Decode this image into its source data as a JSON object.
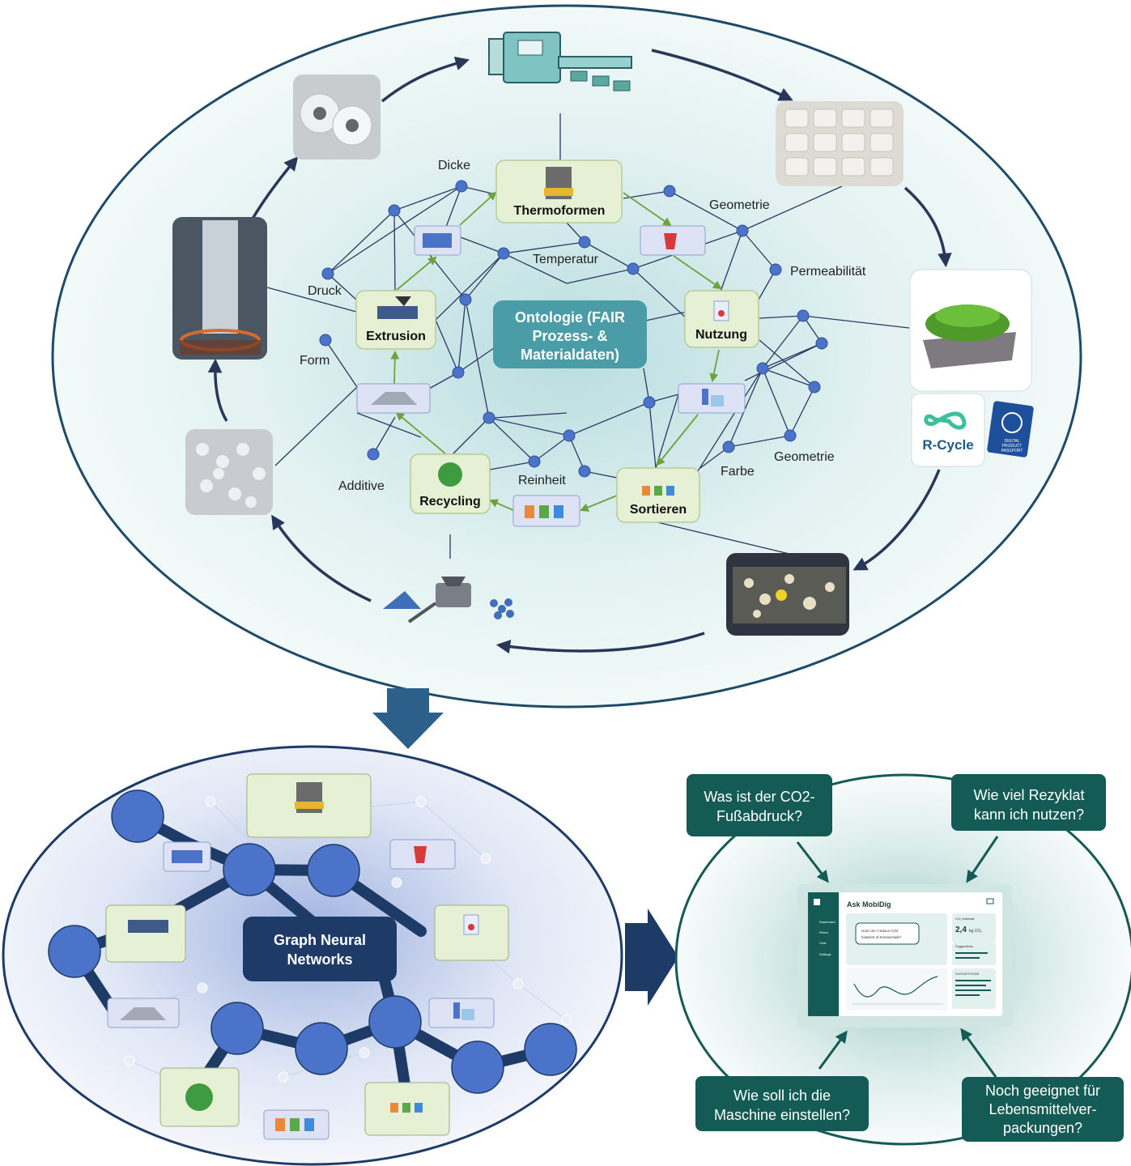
{
  "ontology": {
    "center_label": [
      "Ontologie (FAIR",
      "Prozess- &",
      "Materialdaten)"
    ],
    "process_nodes": {
      "thermoformen": "Thermoformen",
      "extrusion": "Extrusion",
      "nutzung": "Nutzung",
      "recycling": "Recycling",
      "sortieren": "Sortieren"
    },
    "property_labels": {
      "dicke": "Dicke",
      "geometrie_top": "Geometrie",
      "temperatur": "Temperatur",
      "permeabilitaet": "Permeabilität",
      "druck": "Druck",
      "form": "Form",
      "additive": "Additive",
      "reinheit": "Reinheit",
      "farbe": "Farbe",
      "geometrie_bottom": "Geometrie"
    },
    "rcycle_logo": "R-Cycle",
    "passport_text": [
      "DIGITAL",
      "PRODUCT",
      "PASSPORT"
    ]
  },
  "gnn": {
    "label": [
      "Graph Neural",
      "Networks"
    ]
  },
  "assistant": {
    "questions": {
      "q1": [
        "Was ist der CO2-",
        "Fußabdruck?"
      ],
      "q2": [
        "Wie viel Rezyklat",
        "kann ich nutzen?"
      ],
      "q3": [
        "Wie soll ich die",
        "Maschine einstellen?"
      ],
      "q4": [
        "Noch geeignet für",
        "Lebensmittelver-",
        "packungen?"
      ]
    },
    "app": {
      "title": "Ask MobiDig",
      "nav": [
        "Dashboard",
        "Filters",
        "Chat",
        "Settings"
      ],
      "chat_bubble": [
        "How can I reduce CO2",
        "footprint of Kressschale?"
      ],
      "co2_label": "CO₂ estimate",
      "co2_value": "2,4",
      "co2_unit": "kg CO₂",
      "suggestions_label": "Suggestions",
      "suggestions_label2": "SUGGESTIONS"
    }
  },
  "colors": {
    "node_fill": "#e6f0d4",
    "node_stroke": "#b8cc94",
    "dot_blue": "#4a73c9",
    "center_teal": "#4a9ca6",
    "gnn_navy": "#1e3a66",
    "bubble_teal": "#145b56",
    "arrow_navy": "#29385a",
    "edge_green": "#6ea33b"
  }
}
